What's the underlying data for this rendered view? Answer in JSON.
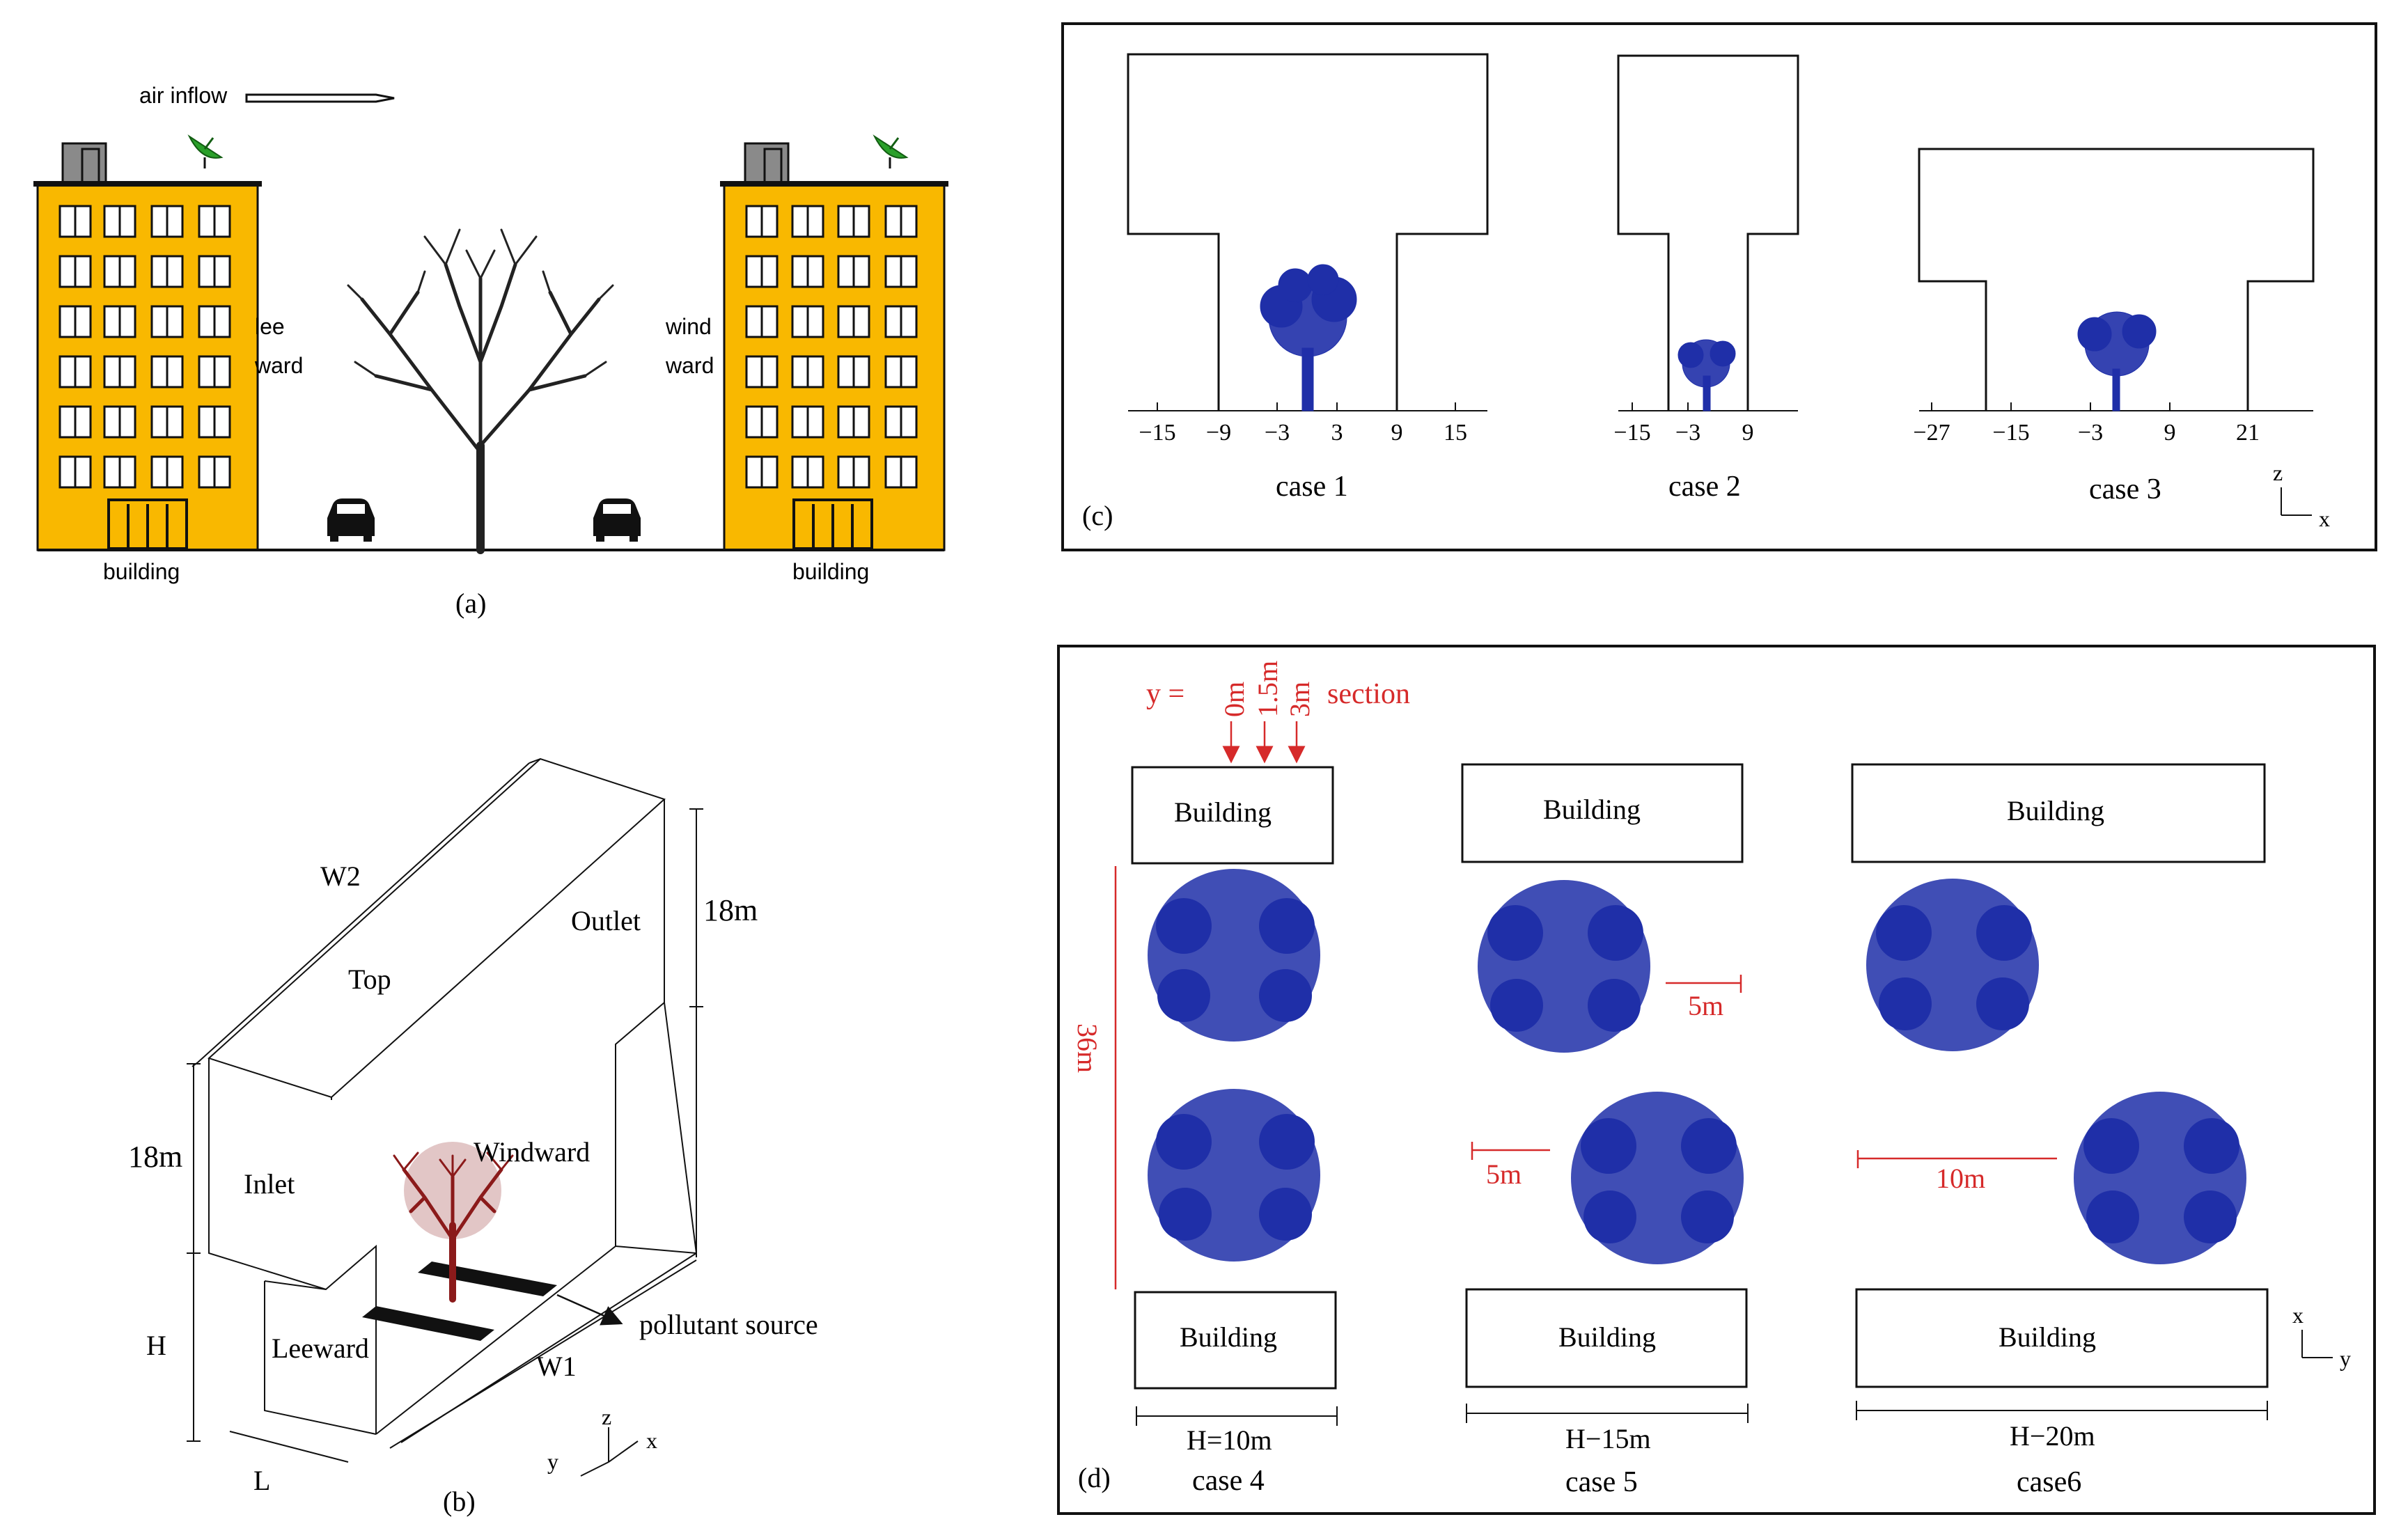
{
  "panel_a": {
    "caption": "(a)",
    "air_inflow": "air inflow",
    "building_left": "building",
    "building_right": "building",
    "lee": "lee",
    "ward1": "ward",
    "wind": "wind",
    "ward2": "ward",
    "colors": {
      "building": "#f9b800",
      "dish": "#2aa02a",
      "chimney": "#8a8a8a"
    }
  },
  "panel_b": {
    "caption": "(b)",
    "w2": "W2",
    "top": "Top",
    "outlet": "Outlet",
    "h_upper": "18m",
    "h_left": "18m",
    "inlet": "Inlet",
    "windward": "Windward",
    "h": "H",
    "leeward": "Leeward",
    "pollutant": "pollutant source",
    "w1": "W1",
    "l": "L",
    "axis_z": "z",
    "axis_y": "y",
    "axis_x": "x",
    "colors": {
      "tree": "#8b1a1a"
    }
  },
  "panel_c": {
    "caption": "(c)",
    "case1": {
      "label": "case 1",
      "ticks": [
        "−15",
        "−9",
        "−3",
        "3",
        "9",
        "15"
      ]
    },
    "case2": {
      "label": "case 2",
      "ticks": [
        "−15",
        "−3",
        "9"
      ]
    },
    "case3": {
      "label": "case 3",
      "ticks": [
        "−27",
        "−15",
        "−3",
        "9",
        "21"
      ]
    },
    "axis_z": "z",
    "axis_x": "x",
    "colors": {
      "tree": "#1f2fa8"
    }
  },
  "panel_d": {
    "caption": "(d)",
    "y_eq": "y =",
    "sec0": "0m",
    "sec1": "1.5m",
    "sec2": "3m",
    "section": "section",
    "dist36": "36m",
    "buildings": [
      "Building",
      "Building",
      "Building",
      "Building",
      "Building",
      "Building"
    ],
    "dim5a": "5m",
    "dim5b": "5m",
    "dim10": "10m",
    "h4": "H=10m",
    "h5": "H−15m",
    "h6": "H−20m",
    "case4": "case 4",
    "case5": "case 5",
    "case6": "case6",
    "axis_x": "x",
    "axis_y": "y",
    "colors": {
      "tree": "#1f2fa8",
      "annot": "#d62a2a"
    }
  }
}
